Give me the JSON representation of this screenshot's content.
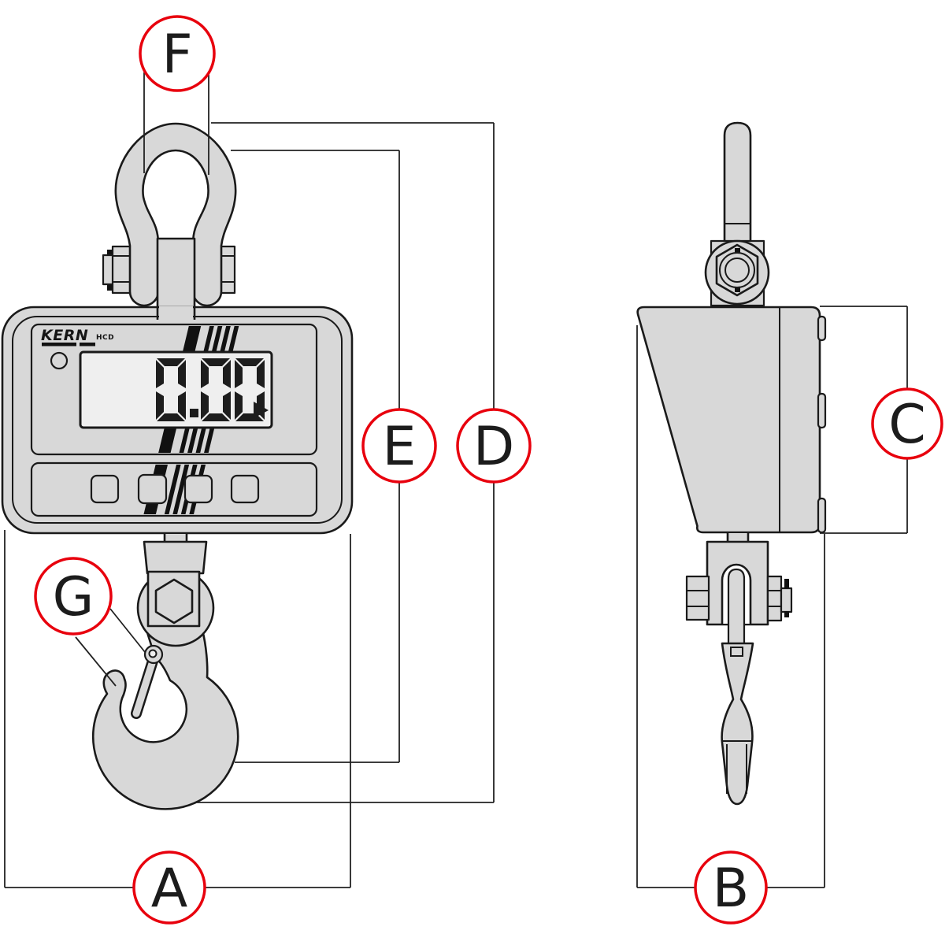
{
  "callouts": {
    "A": "A",
    "B": "B",
    "C": "C",
    "D": "D",
    "E": "E",
    "F": "F",
    "G": "G"
  },
  "front_view": {
    "brand": "KERN",
    "model": "HCD",
    "display_value": "0.00",
    "button_count": 4
  },
  "colors": {
    "accent_red": "#e8000d",
    "part_fill": "#d8d8d8",
    "outline": "#1a1a1a",
    "lcd_fill": "#efefef",
    "stripe": "#111111"
  }
}
